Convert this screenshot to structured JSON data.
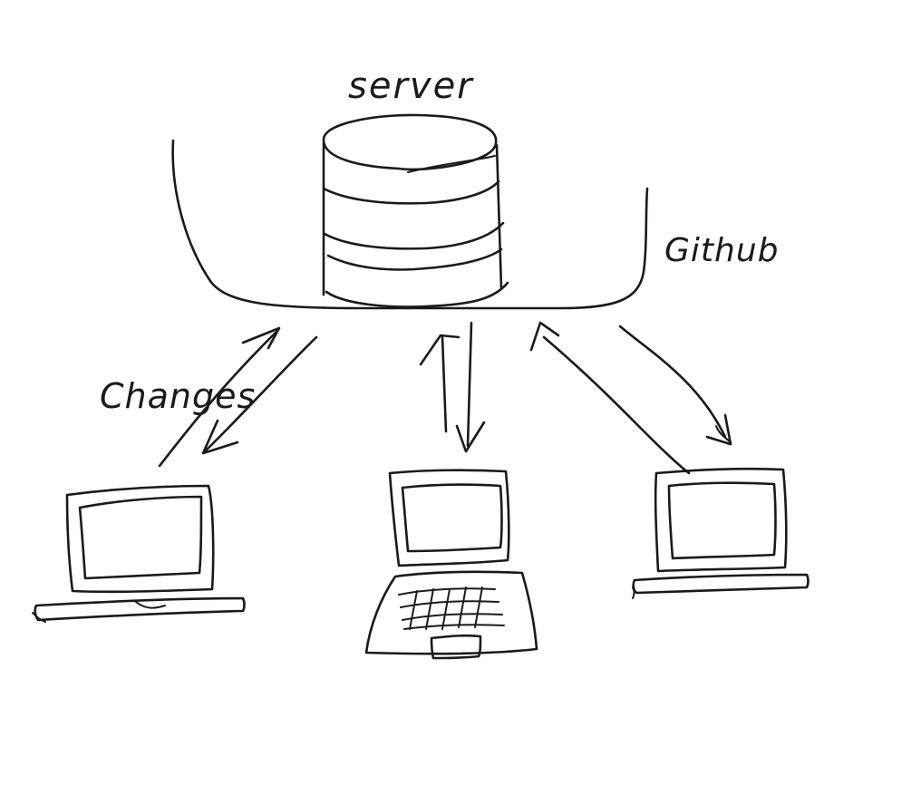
{
  "labels": {
    "server": "server",
    "github": "Github",
    "changes": "Changes"
  },
  "nodes": {
    "server": {
      "shape": "database-cylinder"
    },
    "github": {
      "shape": "enclosure"
    },
    "clients": [
      {
        "shape": "laptop"
      },
      {
        "shape": "laptop-with-keyboard"
      },
      {
        "shape": "laptop"
      }
    ]
  },
  "edges": [
    {
      "from": "clients.0",
      "to": "server",
      "style": "arrow"
    },
    {
      "from": "server",
      "to": "clients.0",
      "style": "arrow"
    },
    {
      "from": "clients.1",
      "to": "server",
      "style": "arrow"
    },
    {
      "from": "server",
      "to": "clients.1",
      "style": "arrow"
    },
    {
      "from": "clients.2",
      "to": "server",
      "style": "arrow"
    },
    {
      "from": "server",
      "to": "clients.2",
      "style": "arrow"
    }
  ],
  "colors": {
    "ink": "#1a1a1a",
    "background": "#ffffff"
  }
}
